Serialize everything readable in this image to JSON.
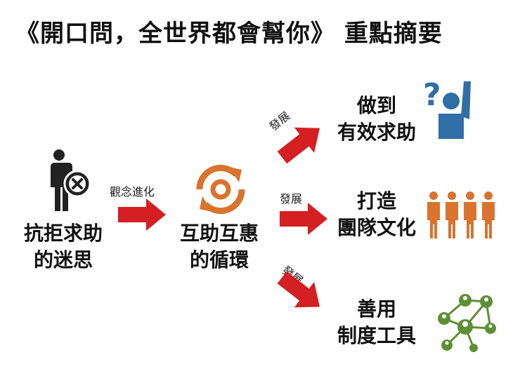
{
  "title": "《開口問，全世界都會幫你》 重點摘要",
  "colors": {
    "arrow": "#d41f23",
    "cycle": "#d9732d",
    "person_blue": "#2f6ea6",
    "team": "#d9732d",
    "network": "#5e8f35",
    "dark": "#222222"
  },
  "nodes": {
    "start": {
      "line1": "抗拒求助",
      "line2": "的迷思",
      "icon": "person-reject-icon"
    },
    "middle": {
      "line1": "互助互惠",
      "line2": "的循環",
      "icon": "cycle-icon"
    },
    "out1": {
      "line1": "做到",
      "line2": "有效求助",
      "icon": "question-hand-raise-icon"
    },
    "out2": {
      "line1": "打造",
      "line2": "團隊文化",
      "icon": "team-people-icon"
    },
    "out3": {
      "line1": "善用",
      "line2": "制度工具",
      "icon": "network-icon"
    }
  },
  "arrows": {
    "concept": "觀念進化",
    "develop_up": "發展",
    "develop_mid": "發展",
    "develop_down": "發展"
  }
}
